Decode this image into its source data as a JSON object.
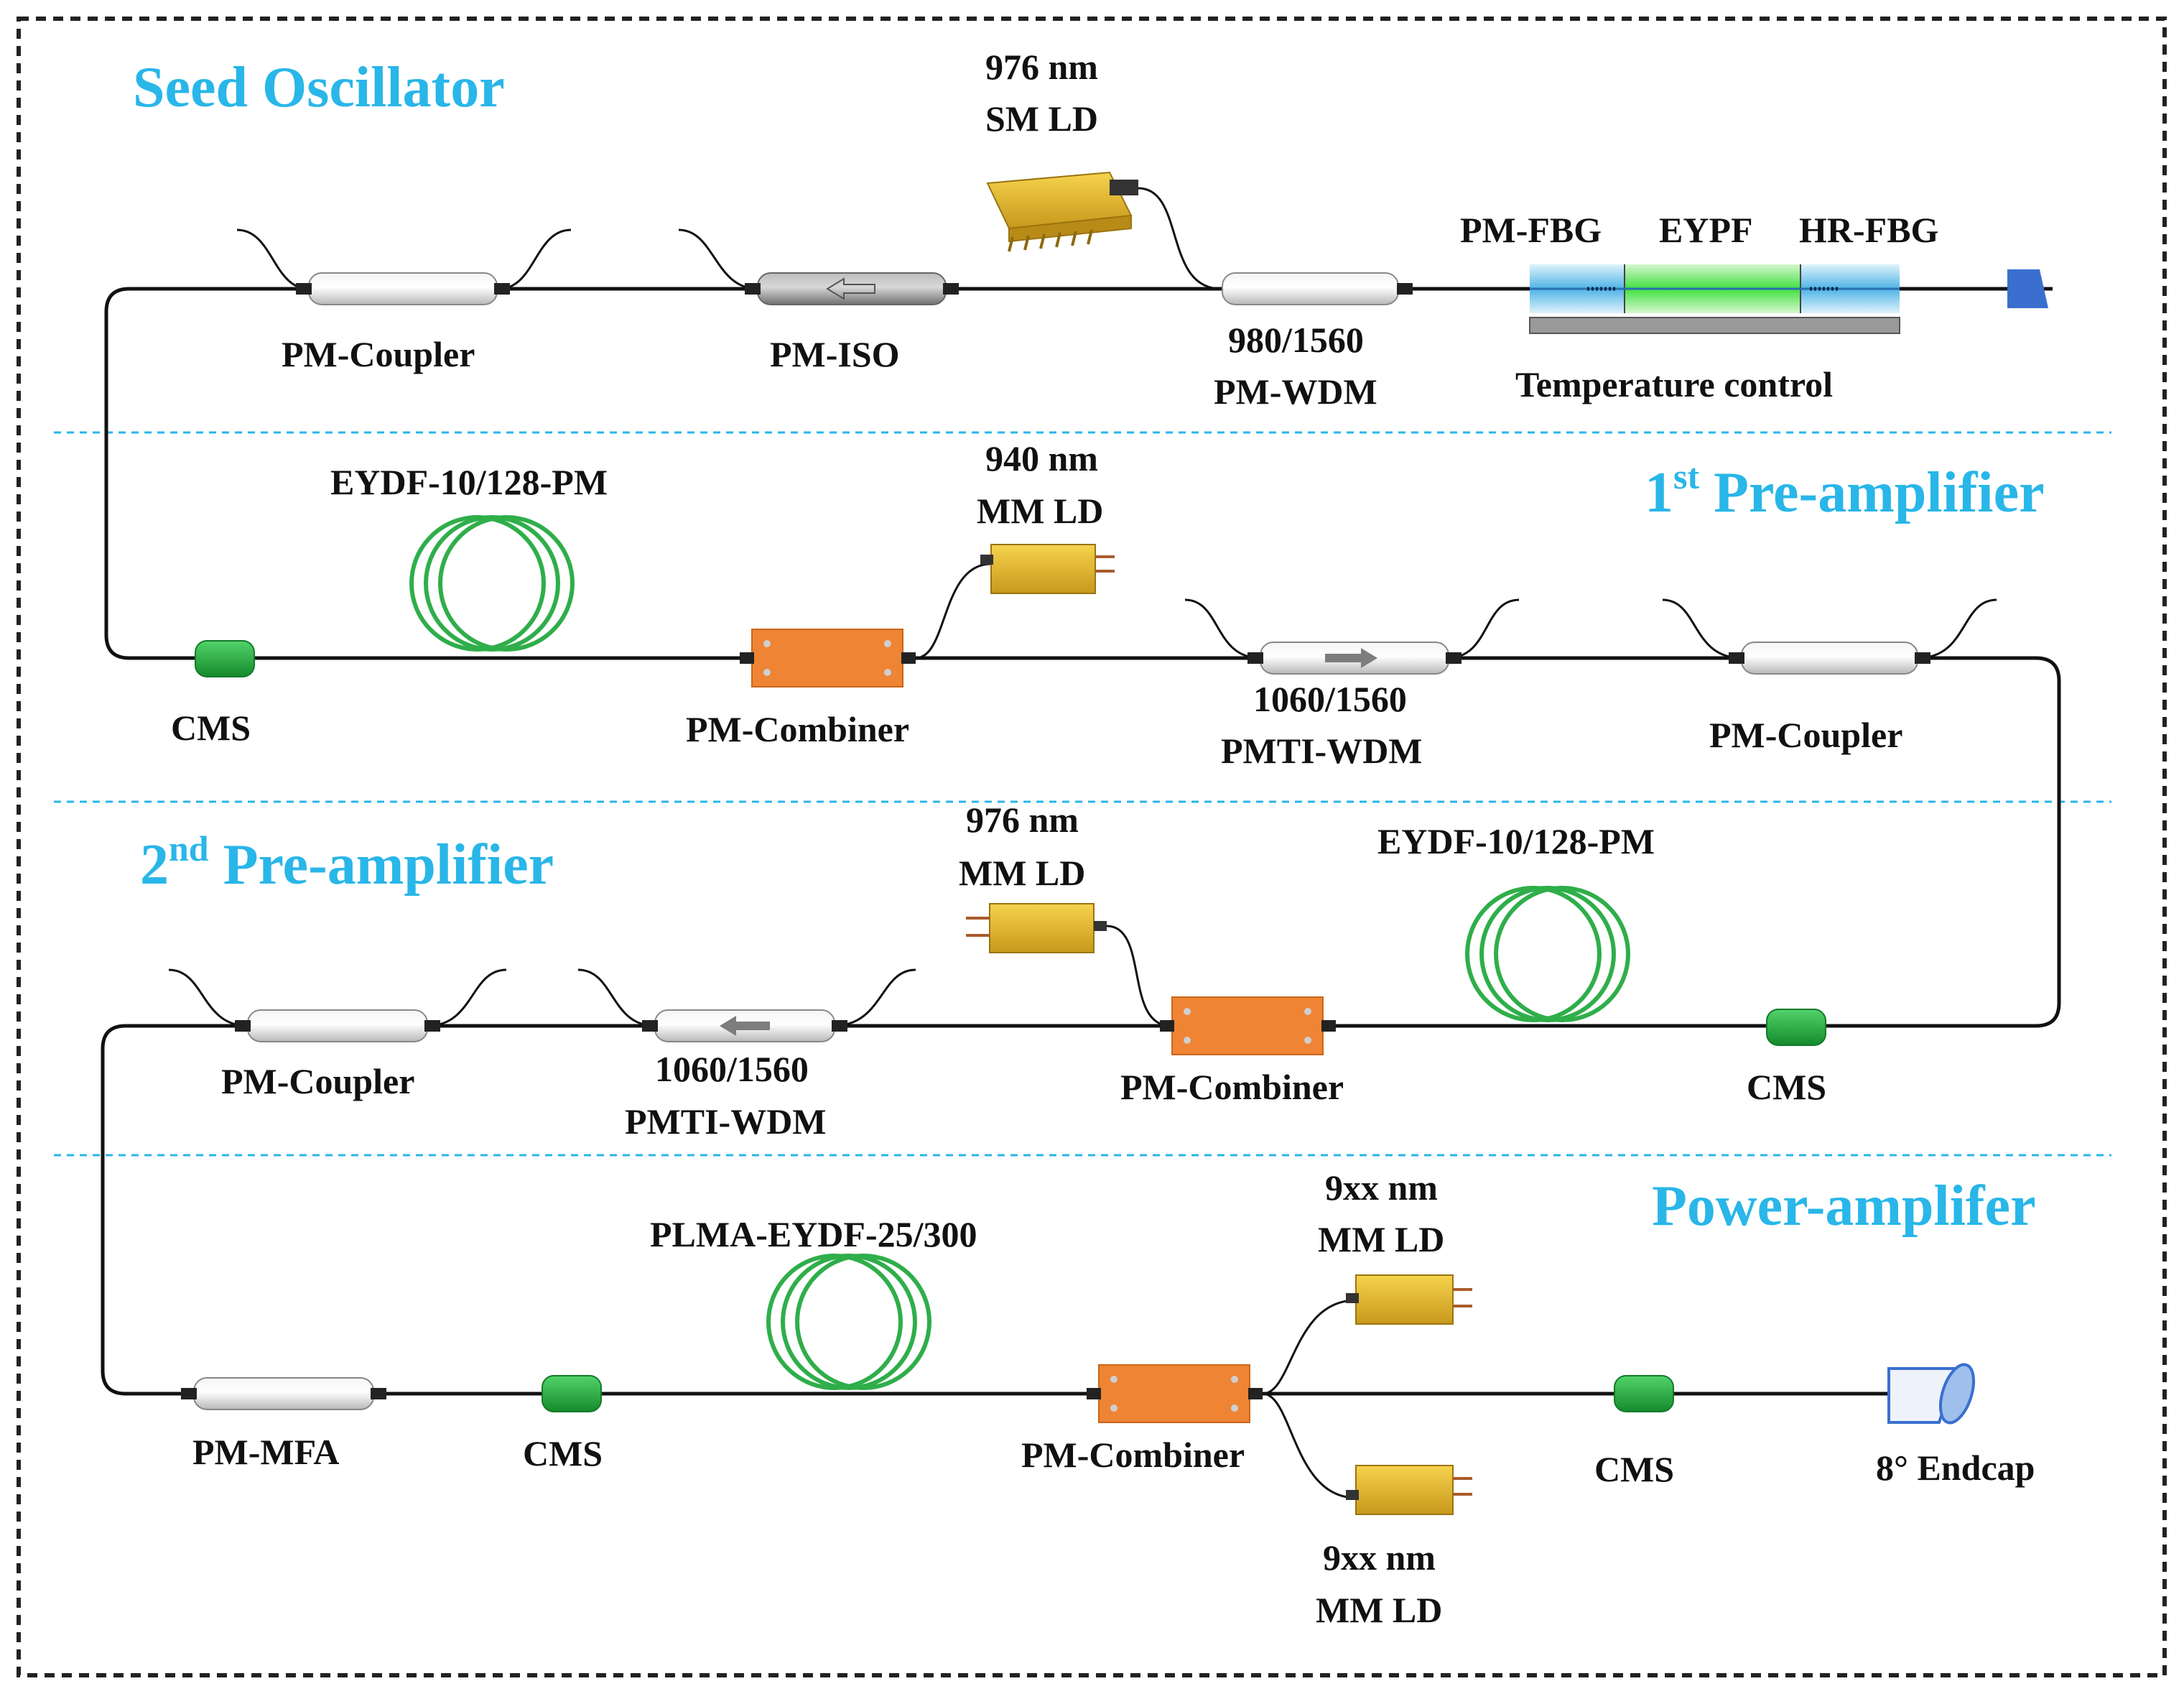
{
  "sections": {
    "seed": "Seed Oscillator",
    "pre1_num": "1",
    "pre1_sup": "st",
    "pre1_rest": " Pre-amplifier",
    "pre2_num": "2",
    "pre2_sup": "nd",
    "pre2_rest": " Pre-amplifier",
    "power": "Power-amplifer"
  },
  "seed_oscillator": {
    "coupler": "PM-Coupler",
    "isolator": "PM-ISO",
    "pump_line1": "976 nm",
    "pump_line2": "SM LD",
    "wdm_line1": "980/1560",
    "wdm_line2": "PM-WDM",
    "fbg1": "PM-FBG",
    "gain_fiber": "EYPF",
    "fbg2": "HR-FBG",
    "temperature": "Temperature control"
  },
  "pre_amplifier_1": {
    "gain_fiber": "EYDF-10/128-PM",
    "pump_line1": "940 nm",
    "pump_line2": "MM LD",
    "cms": "CMS",
    "combiner": "PM-Combiner",
    "wdm_line1": "1060/1560",
    "wdm_line2": "PMTI-WDM",
    "coupler": "PM-Coupler"
  },
  "pre_amplifier_2": {
    "pump_line1": "976 nm",
    "pump_line2": "MM LD",
    "gain_fiber": "EYDF-10/128-PM",
    "coupler": "PM-Coupler",
    "wdm_line1": "1060/1560",
    "wdm_line2": "PMTI-WDM",
    "combiner": "PM-Combiner",
    "cms": "CMS"
  },
  "power_amplifier": {
    "gain_fiber": "PLMA-EYDF-25/300",
    "pump_top_line1": "9xx nm",
    "pump_top_line2": "MM LD",
    "mfa": "PM-MFA",
    "cms_left": "CMS",
    "combiner": "PM-Combiner",
    "cms_right": "CMS",
    "endcap": "8° Endcap",
    "pump_bottom_line1": "9xx nm",
    "pump_bottom_line2": "MM LD"
  },
  "colors": {
    "section_title": "#29b6e8",
    "combiner": "#ee8434",
    "laser_diode": "#e6bb2f",
    "cms": "#22a83e",
    "fiber_coil": "#2fae4a",
    "fbg_glow": "#6ec8ee",
    "eypf_glow": "#4fe34f",
    "endpoint": "#3a6fcf"
  }
}
